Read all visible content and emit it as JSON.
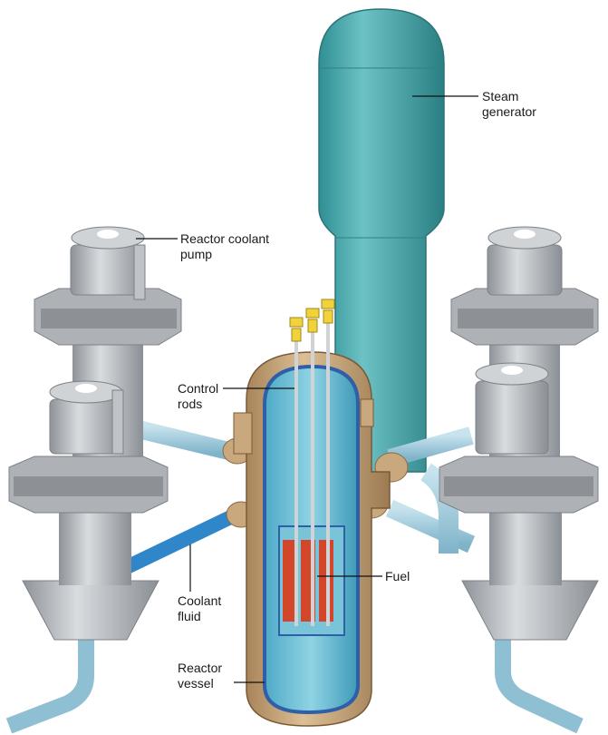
{
  "labels": {
    "steam_generator": "Steam\ngenerator",
    "reactor_coolant_pump": "Reactor coolant\npump",
    "control_rods": "Control\nrods",
    "fuel": "Fuel",
    "coolant_fluid": "Coolant\nfluid",
    "reactor_vessel": "Reactor\nvessel"
  },
  "colors": {
    "steam_generator": "#3fa3a6",
    "pump_metal": "#b8bcc0",
    "vessel_shell": "#c9a87e",
    "vessel_inner": "#2f5fa8",
    "coolant": "#6fc3d8",
    "fuel": "#d2462a",
    "rod_cap": "#f2d23a",
    "pipe": "#9fc9dc"
  }
}
